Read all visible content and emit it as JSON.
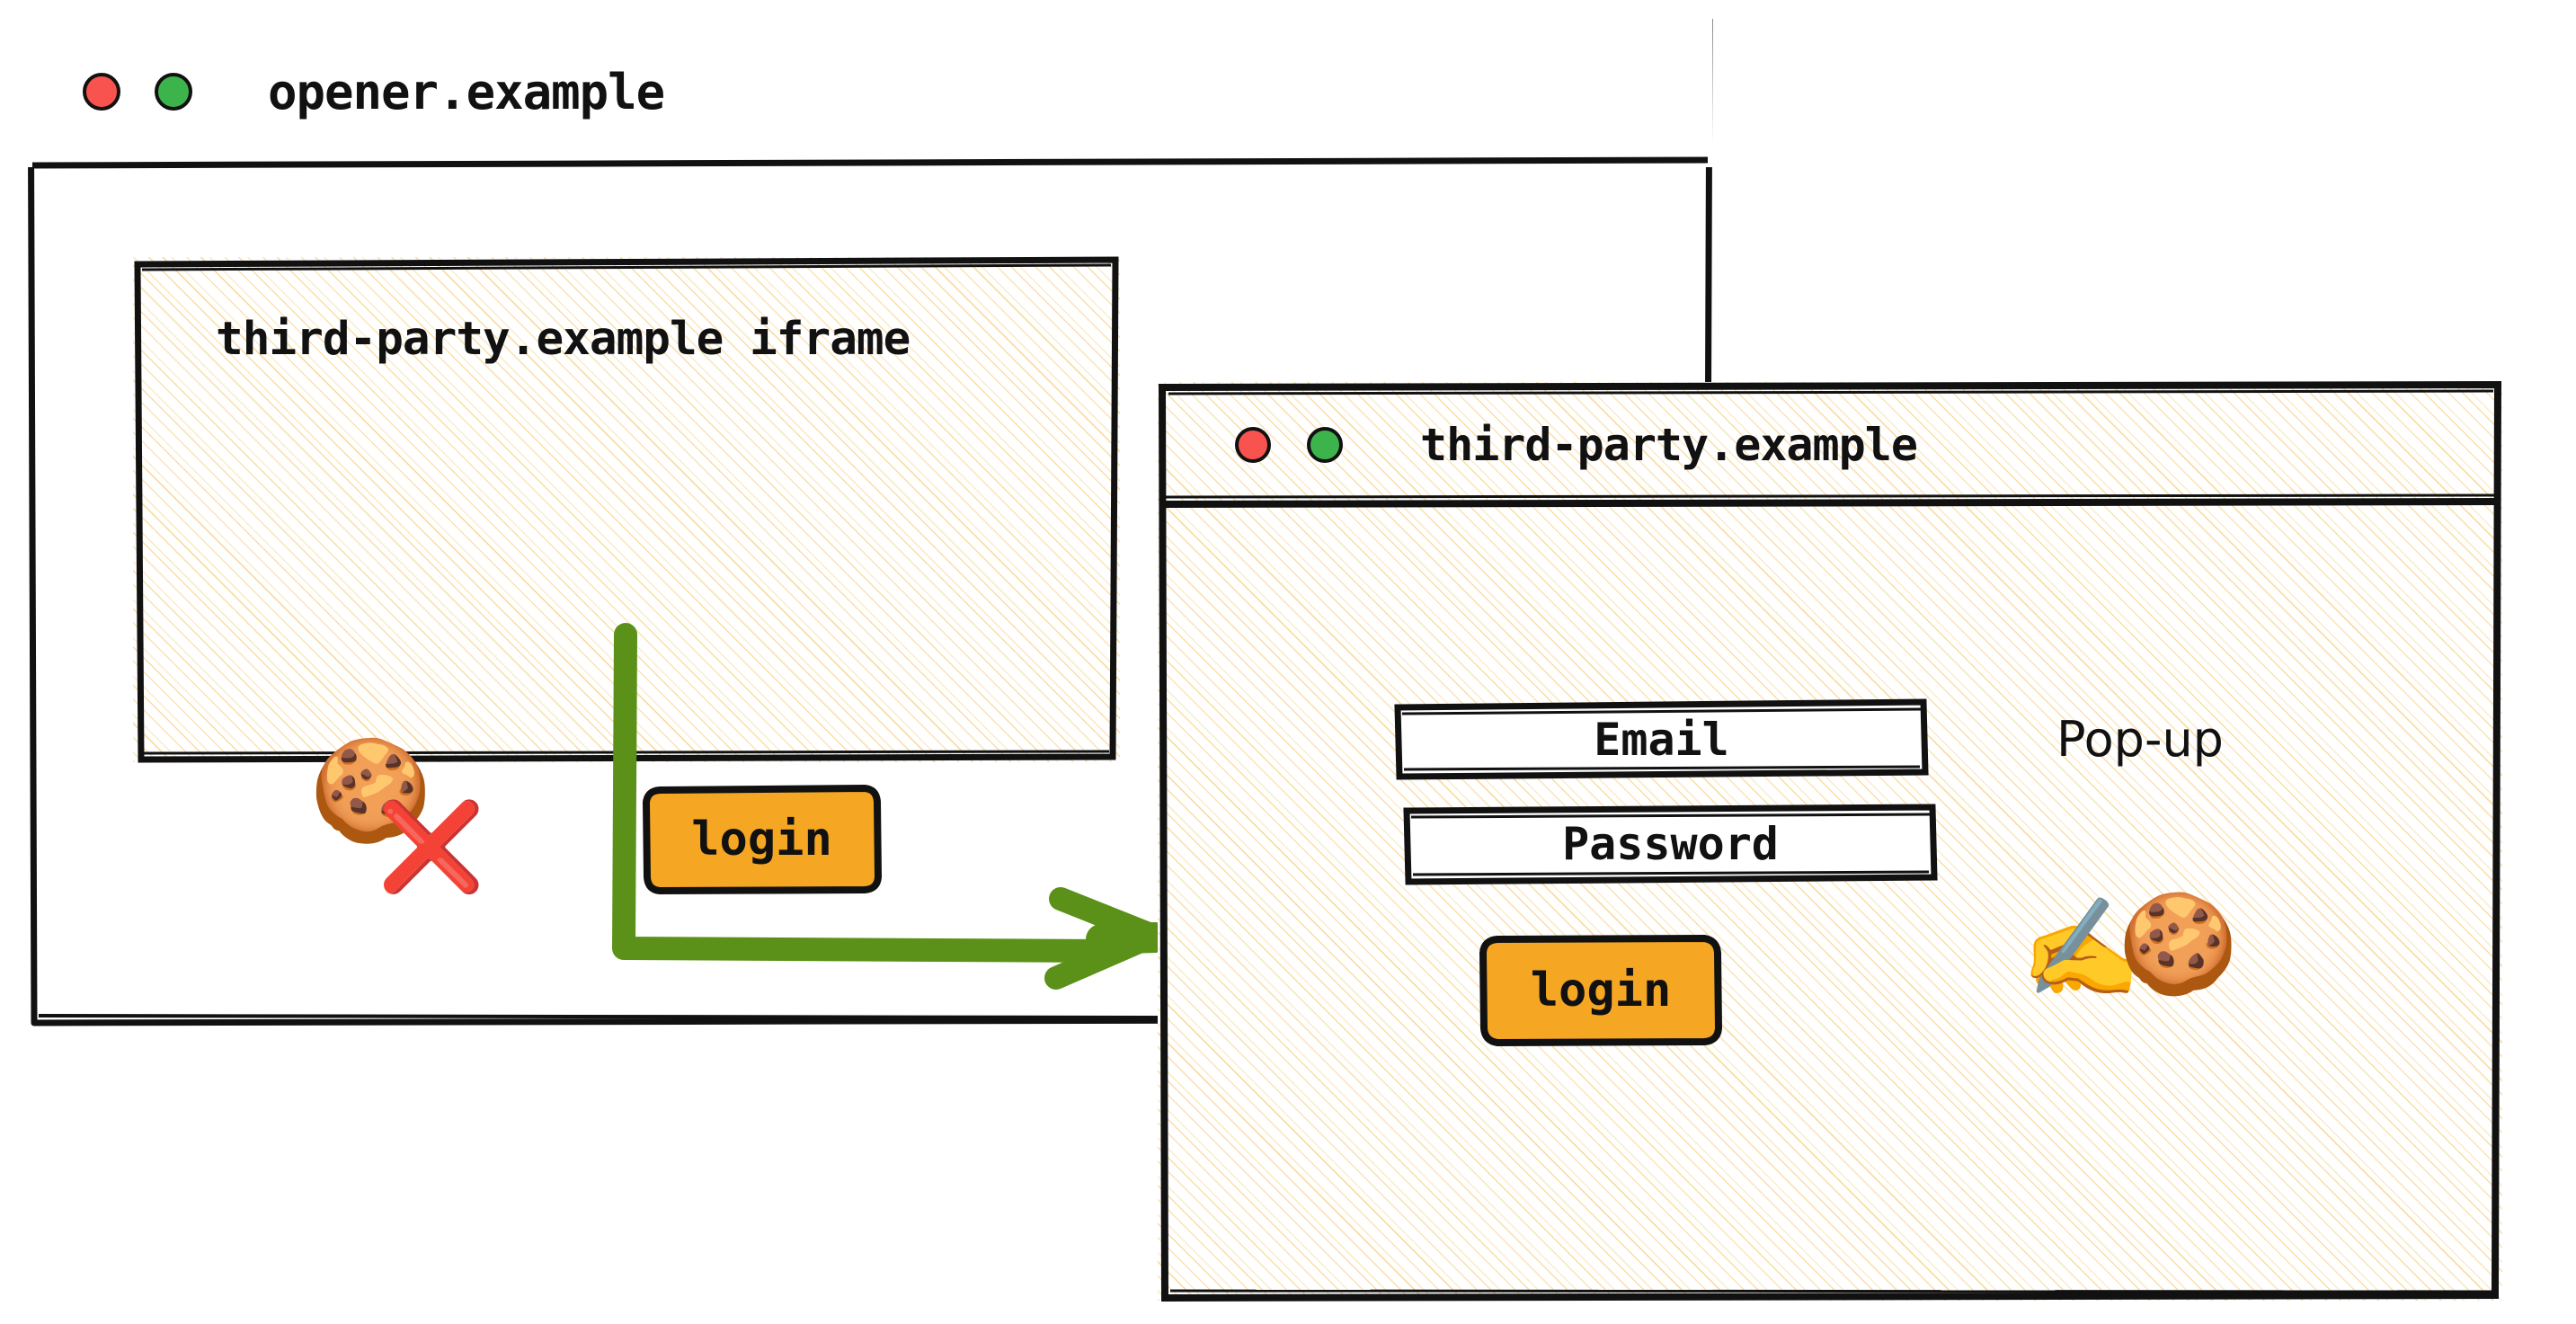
{
  "opener_window": {
    "title": "opener.example",
    "controls": [
      {
        "name": "close-dot",
        "color": "#F9534F"
      },
      {
        "name": "minimize-dot",
        "color": "#3CB44B"
      }
    ],
    "iframe": {
      "title": "third-party.example iframe",
      "cookie_icon": "🍪",
      "cookie_blocked_icon": "❌",
      "login_label": "login"
    }
  },
  "popup_window": {
    "title": "third-party.example",
    "controls": [
      {
        "name": "close-dot",
        "color": "#F9534F"
      },
      {
        "name": "minimize-dot",
        "color": "#3CB44B"
      }
    ],
    "annotation": "Pop-up",
    "form": {
      "email_label": "Email",
      "password_label": "Password",
      "login_label": "login"
    },
    "writing_hand_icon": "✍️",
    "cookie_icon": "🍪"
  },
  "flow": {
    "arrow_color": "#5B9119",
    "description": "login click opens pop-up"
  },
  "colors": {
    "button_orange": "#F5A623",
    "stripe_tan": "#F5C15A",
    "ink_black": "#111111",
    "dot_red": "#F9534F",
    "dot_green": "#3CB44B",
    "arrow_green": "#5B9119",
    "x_red": "#CC2E2E"
  }
}
